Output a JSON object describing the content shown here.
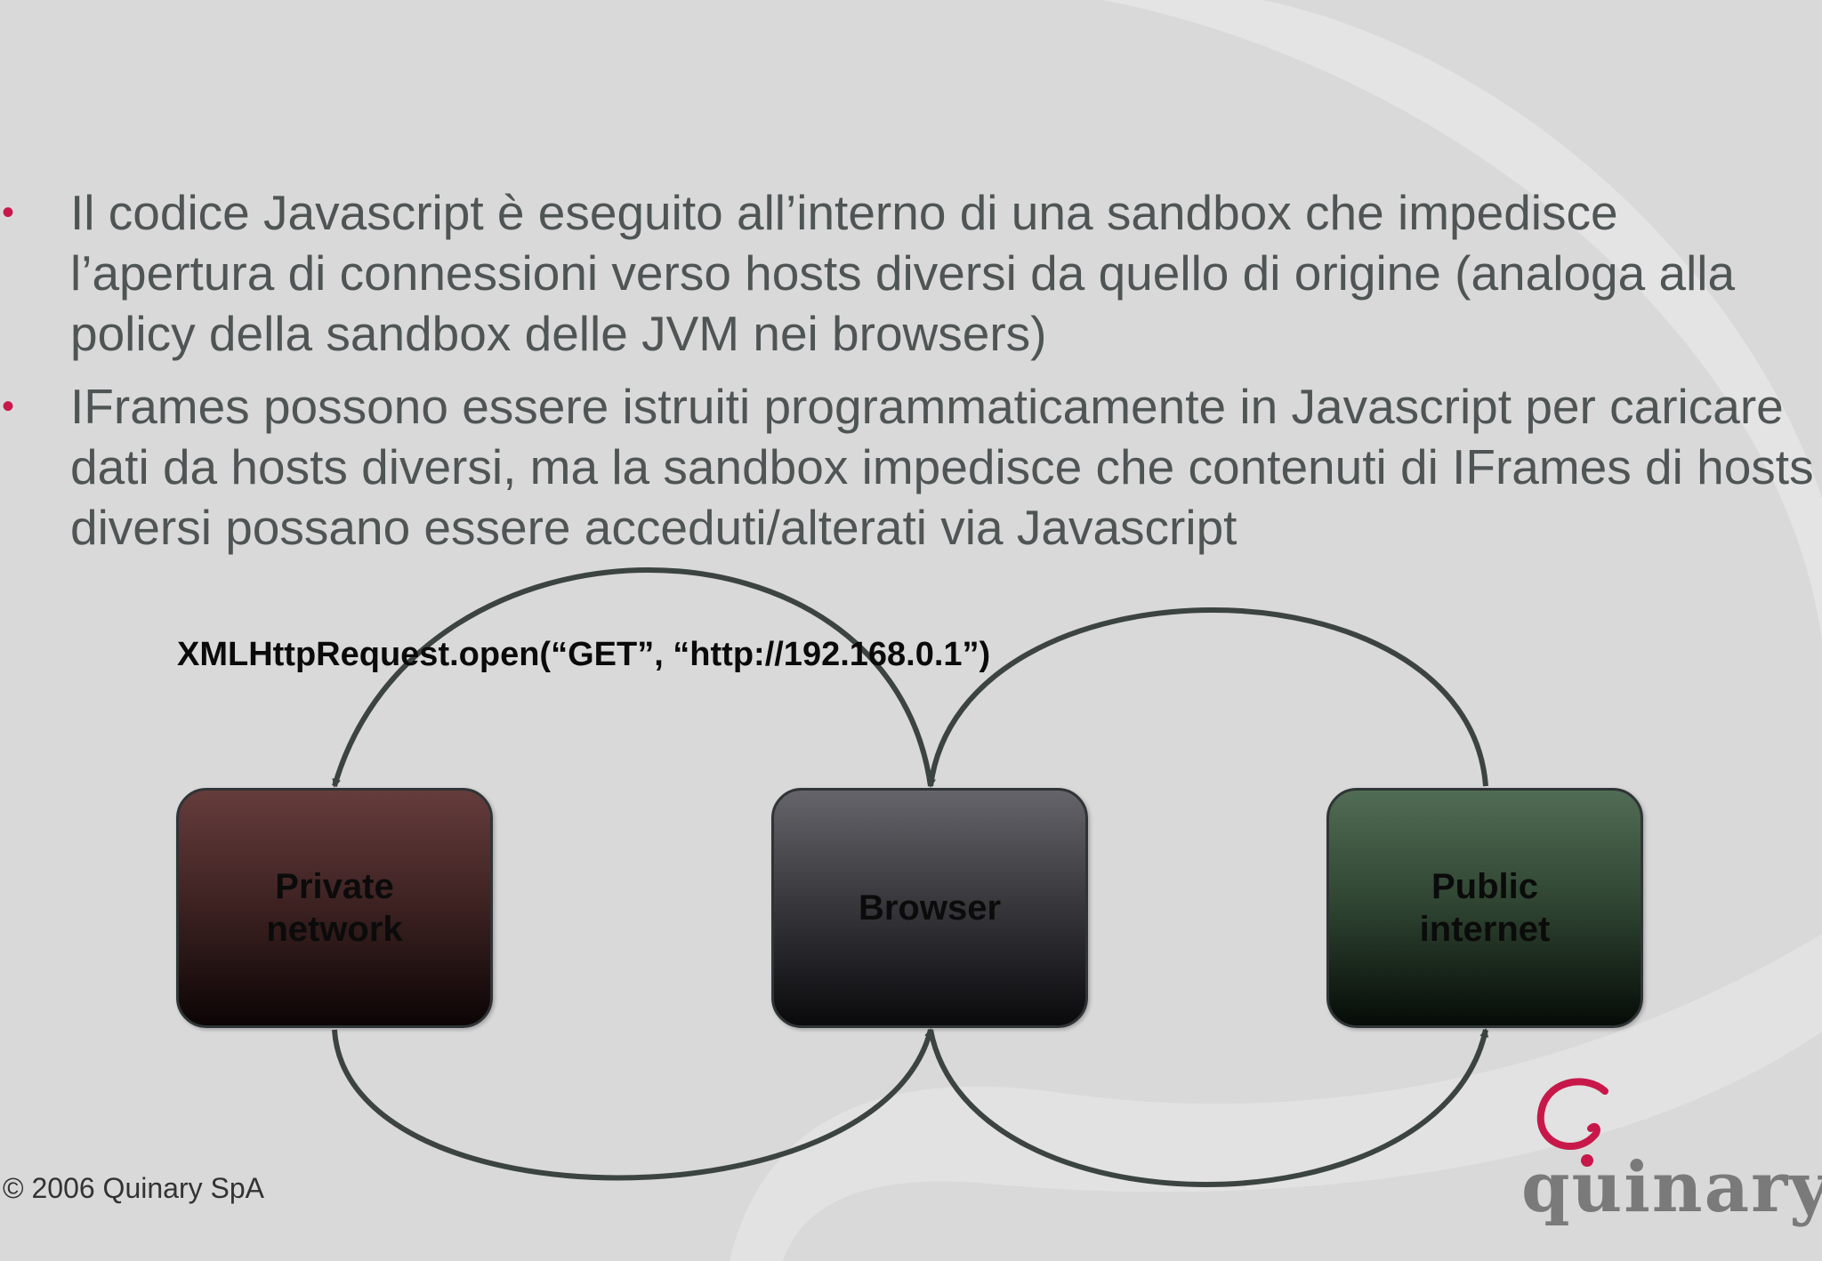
{
  "bullets": [
    "Il codice Javascript è eseguito all’interno di una sandbox che impedisce l’apertura di connessioni verso hosts diversi da quello di origine (analoga alla policy della sandbox delle JVM nei browsers)",
    "IFrames possono essere istruiti programmaticamente in Javascript per caricare dati da hosts diversi, ma la sandbox impedisce che contenuti di IFrames di hosts diversi possano essere acceduti/alterati via Javascript"
  ],
  "bullet_marker": "•",
  "diagram": {
    "code_label": "XMLHttpRequest.open(“GET”, “http://192.168.0.1”)",
    "nodes": {
      "private": "Private\nnetwork",
      "browser": "Browser",
      "public": "Public\ninternet"
    }
  },
  "footer": "© 2006 Quinary SpA",
  "logo_text": "quinary",
  "colors": {
    "accent": "#c8184a",
    "text": "#4f5555",
    "private_node": "#4a2a2a",
    "browser_node": "#3a3a3e",
    "public_node": "#3a523c"
  }
}
